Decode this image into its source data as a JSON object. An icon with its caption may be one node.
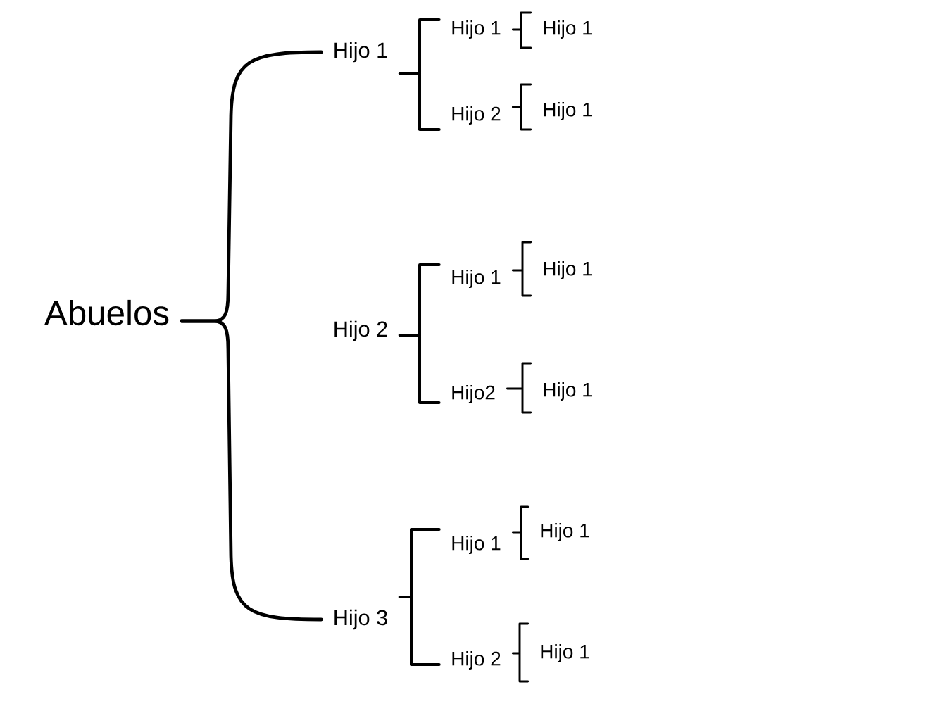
{
  "diagram": {
    "nodes": [
      {
        "text": [
          "Abuelos"
        ]
      },
      {
        "text": [
          "Hijo 1"
        ]
      },
      {
        "text": [
          "Hijo 1"
        ]
      },
      {
        "text": [
          "Hijo 1"
        ]
      },
      {
        "text": [
          "Hijo 2"
        ]
      },
      {
        "text": [
          "Hijo 1"
        ]
      },
      {
        "text": [
          "Hijo 2"
        ]
      },
      {
        "text": [
          "Hijo 1"
        ]
      },
      {
        "text": [
          "Hijo 1"
        ]
      },
      {
        "text": [
          "Hijo2"
        ]
      },
      {
        "text": [
          "Hijo 1"
        ]
      },
      {
        "text": [
          "Hijo 3"
        ]
      },
      {
        "text": [
          "Hijo 1"
        ]
      },
      {
        "text": [
          "Hijo 1"
        ]
      },
      {
        "text": [
          "Hijo 2"
        ]
      },
      {
        "text": [
          "Hijo 1"
        ]
      }
    ],
    "edges": [
      {
        "from": 0,
        "to": 1,
        "arrow": "none"
      },
      {
        "from": 0,
        "to": 11,
        "arrow": "none"
      },
      {
        "from": 1,
        "to": 2,
        "arrow": "none"
      },
      {
        "from": 1,
        "to": 4,
        "arrow": "none"
      },
      {
        "from": 2,
        "to": 3,
        "arrow": "none"
      },
      {
        "from": 4,
        "to": 5,
        "arrow": "none"
      },
      {
        "from": 6,
        "to": 7,
        "arrow": "none"
      },
      {
        "from": 6,
        "to": 9,
        "arrow": "none"
      },
      {
        "from": 7,
        "to": 8,
        "arrow": "none"
      },
      {
        "from": 9,
        "to": 10,
        "arrow": "none"
      },
      {
        "from": 11,
        "to": 12,
        "arrow": "none"
      },
      {
        "from": 11,
        "to": 14,
        "arrow": "none"
      },
      {
        "from": 12,
        "to": 13,
        "arrow": "none"
      },
      {
        "from": 14,
        "to": 15,
        "arrow": "none"
      }
    ]
  }
}
